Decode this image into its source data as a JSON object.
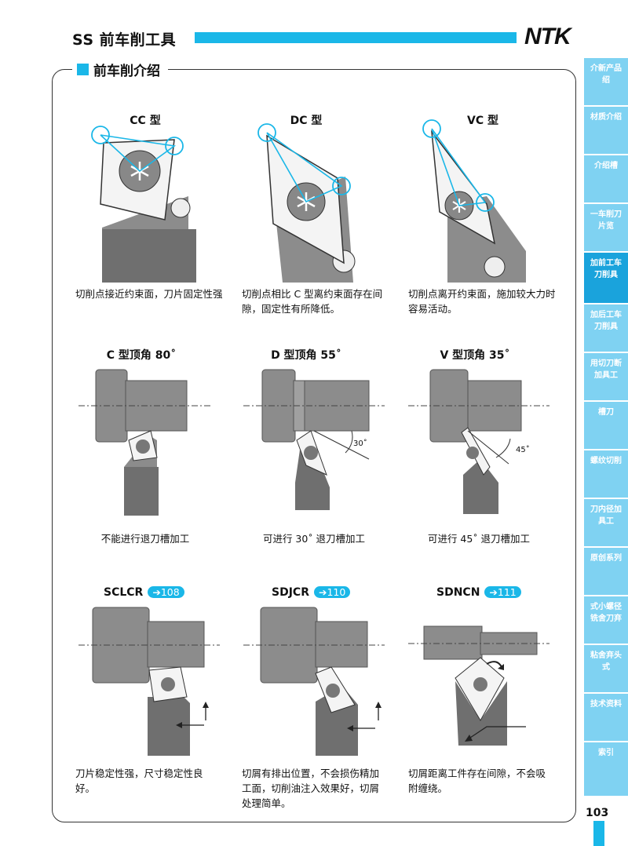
{
  "header": {
    "title": "SS 前车削工具",
    "logo": "NTK"
  },
  "section": {
    "title": "前车削介绍"
  },
  "row1": [
    {
      "label": "CC 型",
      "caption": "切削点接近约束面，刀片固定性强"
    },
    {
      "label": "DC 型",
      "caption": "切削点相比 C 型离约束面存在间隙，固定性有所降低。"
    },
    {
      "label": "VC 型",
      "caption": "切削点离开约束面，施加较大力时容易活动。"
    }
  ],
  "row2": [
    {
      "label": "C 型顶角 80˚",
      "caption": "不能进行退刀槽加工",
      "angle": ""
    },
    {
      "label": "D 型顶角 55˚",
      "caption": "可进行 30˚ 退刀槽加工",
      "angle": "30˚"
    },
    {
      "label": "V 型顶角 35˚",
      "caption": "可进行 45˚ 退刀槽加工",
      "angle": "45˚"
    }
  ],
  "row3": [
    {
      "label": "SCLCR",
      "page": "108",
      "caption": "刀片稳定性强，尺寸稳定性良好。"
    },
    {
      "label": "SDJCR",
      "page": "110",
      "caption": "切屑有排出位置，不会损伤精加工面，切削油注入效果好，切屑处理简单。"
    },
    {
      "label": "SDNCN",
      "page": "111",
      "caption": "切屑距离工件存在间隙，不会吸附缠绕。"
    }
  ],
  "sidebar": {
    "tabs": [
      {
        "label": "介新产品绍",
        "active": false
      },
      {
        "label": "材质介绍",
        "active": false
      },
      {
        "label": "介绍槽",
        "active": false
      },
      {
        "label": "一车削刀片览",
        "active": false
      },
      {
        "label": "加前工车刀削具",
        "active": true
      },
      {
        "label": "加后工车刀削具",
        "active": false
      },
      {
        "label": "用切刀断加具工",
        "active": false
      },
      {
        "label": "槽刀",
        "active": false
      },
      {
        "label": "螺纹切削",
        "active": false
      },
      {
        "label": "刀内径加具工",
        "active": false
      },
      {
        "label": "原创系列",
        "active": false
      },
      {
        "label": "式小螺径铣舍刀弃",
        "active": false
      },
      {
        "label": "粘舍弃头式",
        "active": false
      },
      {
        "label": "技术资料",
        "active": false
      },
      {
        "label": "索引",
        "active": false
      }
    ]
  },
  "page_number": "103",
  "colors": {
    "accent": "#1ab7e8",
    "tool": "#8c8c8c",
    "holder": "#6f6f6f",
    "insert": "#f4f4f4"
  }
}
